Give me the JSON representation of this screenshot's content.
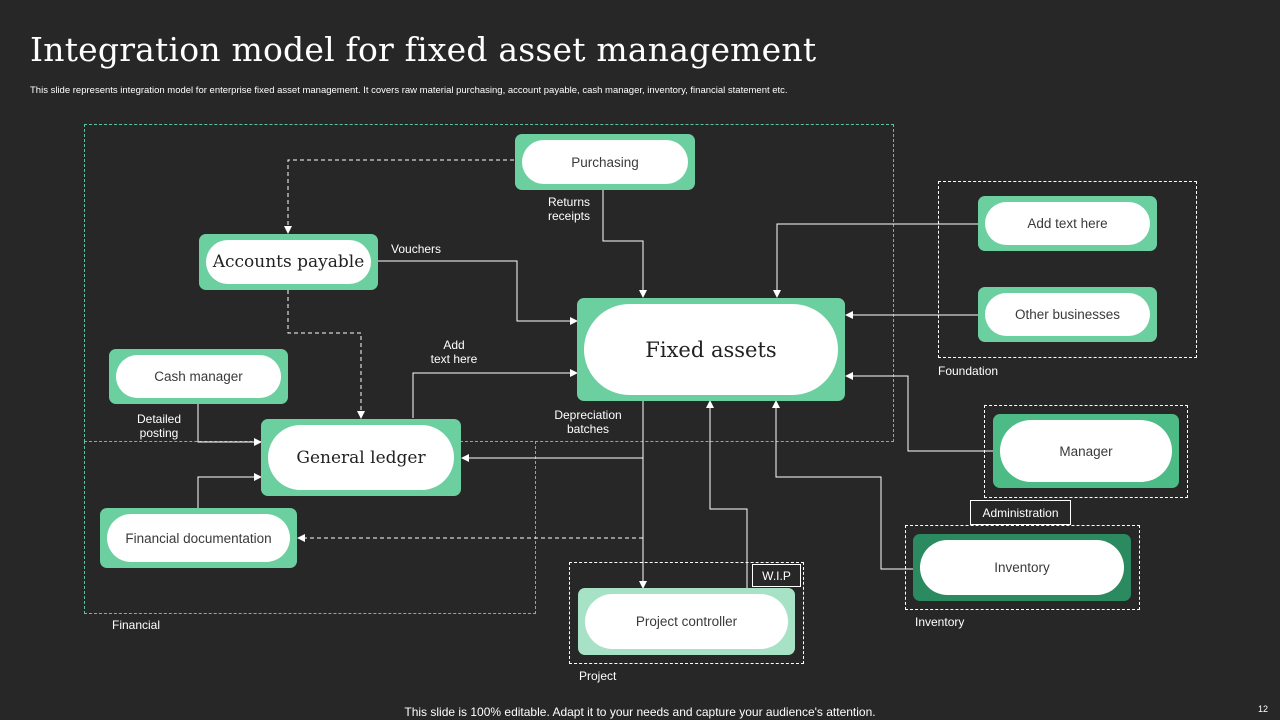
{
  "title": "Integration model for fixed asset management",
  "subtitle": "This slide represents integration model  for enterprise fixed asset management. It covers raw material purchasing, account payable, cash manager, inventory, financial statement etc.",
  "footer": "This slide is 100% editable. Adapt it to your needs and capture your audience's attention.",
  "page_number": "12",
  "nodes": {
    "purchasing": "Purchasing",
    "accounts_payable": "Accounts payable",
    "cash_manager": "Cash manager",
    "general_ledger": "General ledger",
    "financial_documentation": "Financial documentation",
    "fixed_assets": "Fixed assets",
    "add_text": "Add text here",
    "other_businesses": "Other businesses",
    "manager": "Manager",
    "inventory": "Inventory",
    "project_controller": "Project controller"
  },
  "edge_labels": {
    "returns_receipts": "Returns\nreceipts",
    "vouchers": "Vouchers",
    "add_text_here": "Add\ntext here",
    "detailed_posting": "Detailed\nposting",
    "depreciation_batches": "Depreciation\nbatches"
  },
  "groups": {
    "financial": "Financial",
    "foundation": "Foundation",
    "administration": "Administration",
    "inventory": "Inventory",
    "project": "Project",
    "wip": "W.I.P"
  },
  "colors": {
    "background": "#272727",
    "accent_green": "#6ccf9f",
    "dark_green": "#2b8a60"
  }
}
